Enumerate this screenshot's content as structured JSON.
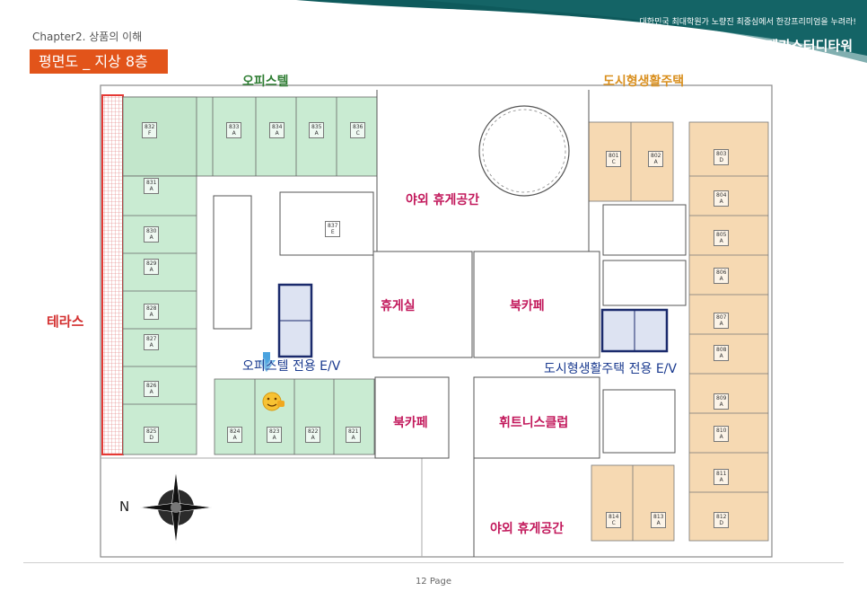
{
  "header": {
    "tagline": "대한민국 최대학원가 노량진 최중심에서 한강프리미엄을 누려라!",
    "brand": "메가스터디타워",
    "chapter": "Chapter2. 상품의 이해",
    "title": "평면도 _ 지상 8층"
  },
  "labels": {
    "officetel": "오피스텔",
    "urban_housing": "도시형생활주택",
    "terrace": "테라스",
    "outdoor_rest_1": "야외 휴게공간",
    "lounge": "휴게실",
    "book_cafe_1": "북카페",
    "book_cafe_2": "북카페",
    "fitness": "휘트니스클럽",
    "outdoor_rest_2": "야외 휴게공간",
    "officetel_ev": "오피스텔 전용 E/V",
    "urban_ev": "도시형생활주택 전용 E/V",
    "north": "N"
  },
  "officetel_units": [
    {
      "no": "832",
      "type": "F"
    },
    {
      "no": "833",
      "type": "A"
    },
    {
      "no": "834",
      "type": "A"
    },
    {
      "no": "835",
      "type": "A"
    },
    {
      "no": "836",
      "type": "C"
    },
    {
      "no": "831",
      "type": "A"
    },
    {
      "no": "830",
      "type": "A"
    },
    {
      "no": "829",
      "type": "A"
    },
    {
      "no": "828",
      "type": "A"
    },
    {
      "no": "827",
      "type": "A"
    },
    {
      "no": "826",
      "type": "A"
    },
    {
      "no": "825",
      "type": "D"
    },
    {
      "no": "824",
      "type": "A"
    },
    {
      "no": "823",
      "type": "A"
    },
    {
      "no": "822",
      "type": "A"
    },
    {
      "no": "821",
      "type": "A"
    },
    {
      "no": "837",
      "type": "E"
    }
  ],
  "urban_units": [
    {
      "no": "801",
      "type": "C"
    },
    {
      "no": "802",
      "type": "A"
    },
    {
      "no": "803",
      "type": "D"
    },
    {
      "no": "804",
      "type": "A"
    },
    {
      "no": "805",
      "type": "A"
    },
    {
      "no": "806",
      "type": "A"
    },
    {
      "no": "807",
      "type": "A"
    },
    {
      "no": "808",
      "type": "A"
    },
    {
      "no": "809",
      "type": "A"
    },
    {
      "no": "810",
      "type": "A"
    },
    {
      "no": "811",
      "type": "A"
    },
    {
      "no": "812",
      "type": "D"
    },
    {
      "no": "813",
      "type": "A"
    },
    {
      "no": "814",
      "type": "C"
    }
  ],
  "footer": {
    "page": "12 Page"
  },
  "colors": {
    "header_teal": "#0e5a5c",
    "officetel_green": "#c9ebd2",
    "urban_orange": "#f6d9b2",
    "terrace_red": "#e53935",
    "title_orange": "#e2541a"
  }
}
